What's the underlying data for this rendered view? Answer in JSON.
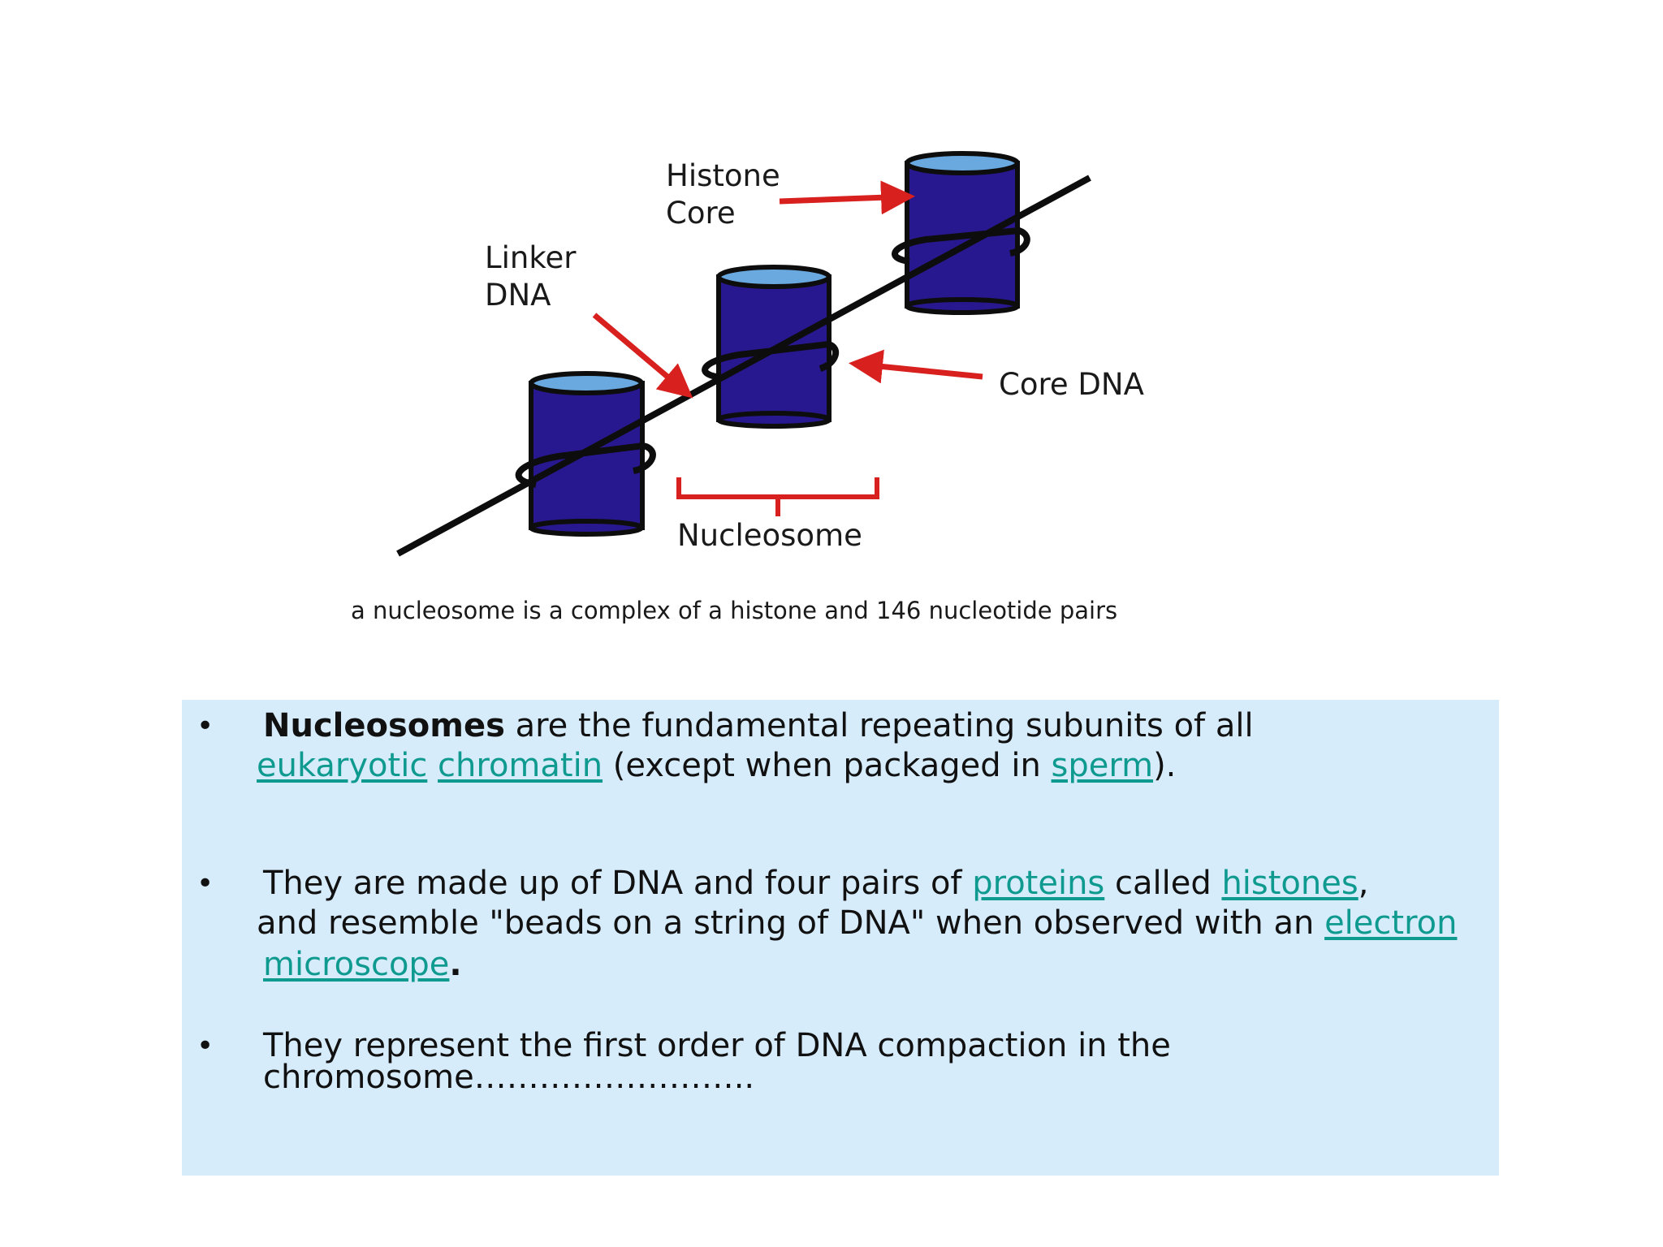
{
  "figure": {
    "labels": {
      "histone_core_1": "Histone",
      "histone_core_2": "Core",
      "linker_dna_1": "Linker",
      "linker_dna_2": "DNA",
      "core_dna": "Core DNA",
      "nucleosome": "Nucleosome"
    },
    "caption": "a nucleosome is a complex of a histone and 146 nucleotide pairs",
    "colors": {
      "histone_body": "#27188f",
      "histone_top": "#6aa9e0",
      "arrow": "#d8201e",
      "dna": "#0d0d0d"
    }
  },
  "bullets": {
    "b1": {
      "bold": "Nucleosomes",
      "text1": " are the fundamental repeating subunits of all",
      "link1": "eukaryotic",
      "link2": "chromatin",
      "text2": " (except when packaged in ",
      "link3": "sperm",
      "text3": ")."
    },
    "b2": {
      "text1": "They are made up of DNA and four pairs of ",
      "link1": "proteins",
      "text2": " called ",
      "link2": "histones",
      "text3": ",",
      "text4": "and resemble \"beads on a string of DNA\" when observed with an ",
      "link3": "electron",
      "link4": "microscope",
      "text5": "."
    },
    "b3": {
      "line1": "They represent the first order of DNA compaction in the",
      "line2": "chromosome…………………….."
    },
    "bullet_char": "•"
  }
}
